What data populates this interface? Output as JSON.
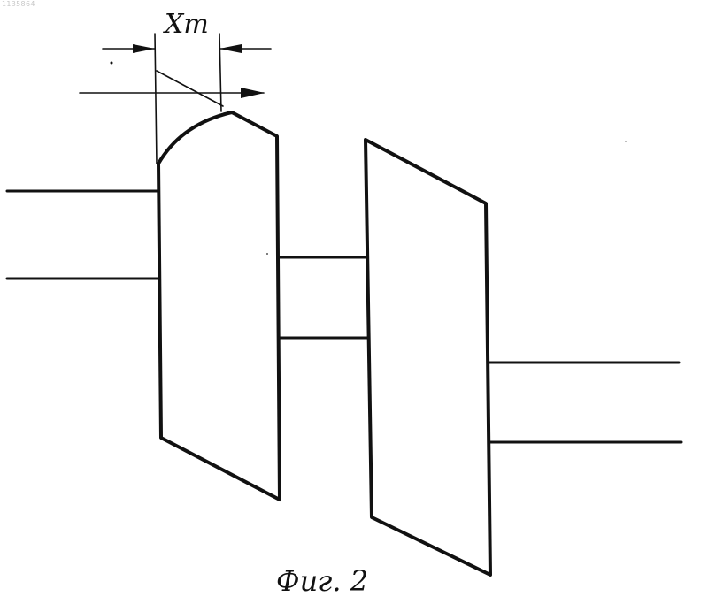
{
  "document_id": "1135864",
  "dimension_label": "Xm",
  "figure_caption": "Фиг. 2"
}
